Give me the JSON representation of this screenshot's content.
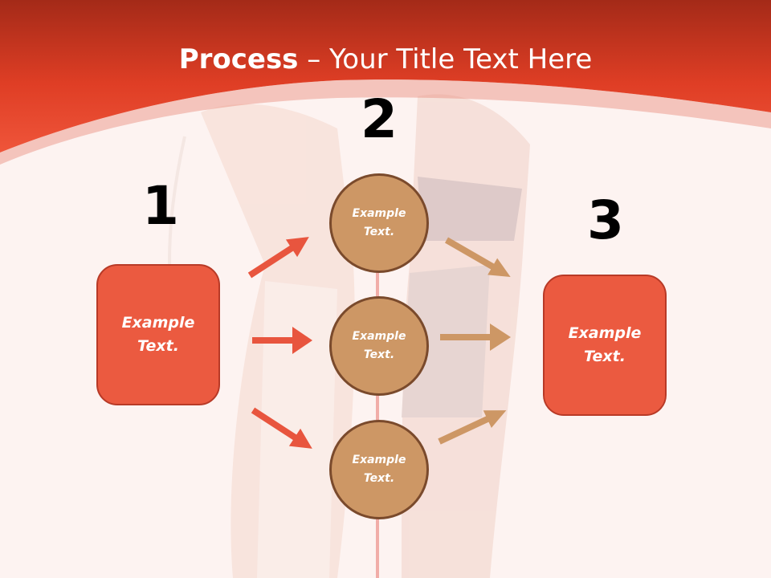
{
  "title": {
    "bold": "Process",
    "rest": " – Your Title Text Here"
  },
  "steps": [
    {
      "number": "1",
      "text": "Example\nText."
    },
    {
      "number": "2",
      "text": "Example\nText."
    },
    {
      "number": "3",
      "text": "Example\nText."
    }
  ],
  "circles": [
    {
      "text": "Example\nText."
    },
    {
      "text": "Example\nText."
    },
    {
      "text": "Example\nText."
    }
  ],
  "colors": {
    "header_red": "#e6432a",
    "box_fill": "#eb5a40",
    "circle_fill": "#cd9765",
    "arrow_left": "#e8553e",
    "arrow_right": "#cd9765"
  }
}
